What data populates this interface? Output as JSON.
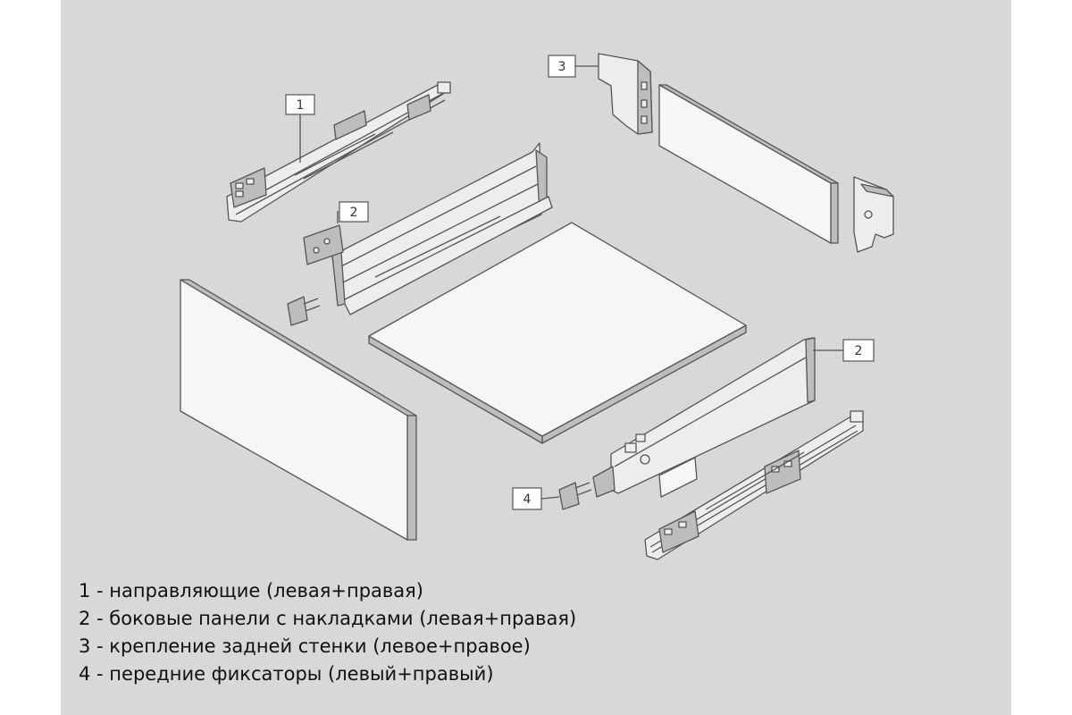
{
  "callouts": {
    "c1": "1",
    "c2a": "2",
    "c2b": "2",
    "c3": "3",
    "c4": "4"
  },
  "legend": [
    "1 - направляющие (левая+правая)",
    "2 - боковые панели с накладками (левая+правая)",
    "3 - крепление задней стенки (левое+правое)",
    "4 - передние фиксаторы (левый+правый)"
  ]
}
